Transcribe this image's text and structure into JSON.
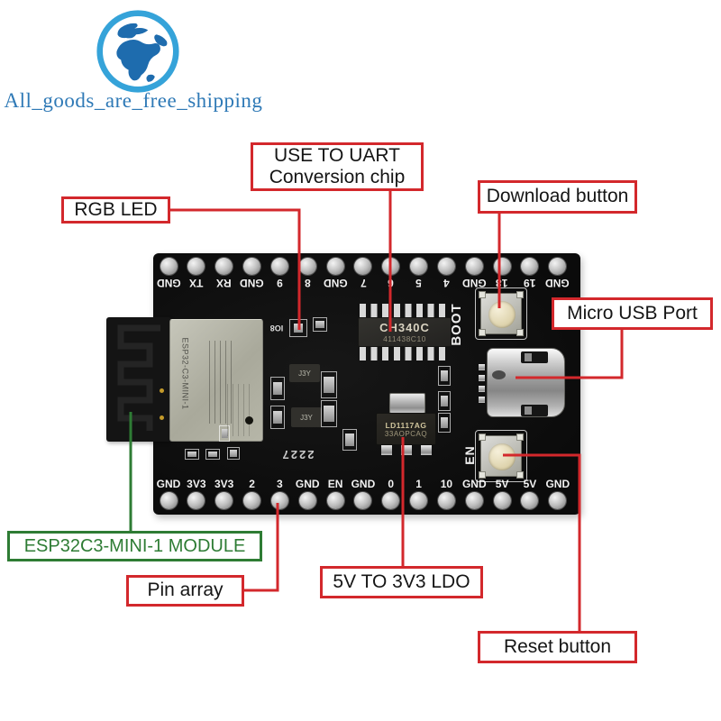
{
  "logo": {
    "icon": "globe-icon",
    "text": "All_goods_are_free_shipping"
  },
  "annotations": {
    "uart": {
      "line1": "USE TO UART",
      "line2": "Conversion chip"
    },
    "download": {
      "label": "Download button"
    },
    "rgb_led": {
      "label": "RGB LED"
    },
    "usb_port": {
      "label": "Micro USB Port"
    },
    "module": {
      "label": "ESP32C3-MINI-1 MODULE"
    },
    "pin_array": {
      "label": "Pin array"
    },
    "ldo": {
      "label": "5V TO 3V3 LDO"
    },
    "reset": {
      "label": "Reset button"
    }
  },
  "board": {
    "top_pins": [
      "GND",
      "TX",
      "RX",
      "GND",
      "9",
      "8",
      "GND",
      "7",
      "6",
      "5",
      "4",
      "GND",
      "18",
      "19",
      "GND"
    ],
    "bottom_pins": [
      "GND",
      "3V3",
      "3V3",
      "2",
      "3",
      "GND",
      "EN",
      "GND",
      "0",
      "1",
      "10",
      "GND",
      "5V",
      "5V",
      "GND"
    ],
    "silkscreen": {
      "boot": "BOOT",
      "en": "EN",
      "io8": "IO8",
      "date_code": "2227"
    },
    "chips": {
      "uart_chip": {
        "name": "CH340C",
        "code": "411438C10"
      },
      "ldo_chip": {
        "line1": "LD1117AG",
        "line2": "33AOPCAQ"
      },
      "module_name": "ESP32-C3-MINI-1",
      "transistor_code": "J3Y"
    }
  },
  "colors": {
    "annotation_red": "#d3282c",
    "module_green": "#2e7c34",
    "logo_blue": "#2e79b6",
    "board_black": "#0e0e0e",
    "button_beige": "#e7dcb4",
    "shield_silver": "#b3b3a5"
  }
}
